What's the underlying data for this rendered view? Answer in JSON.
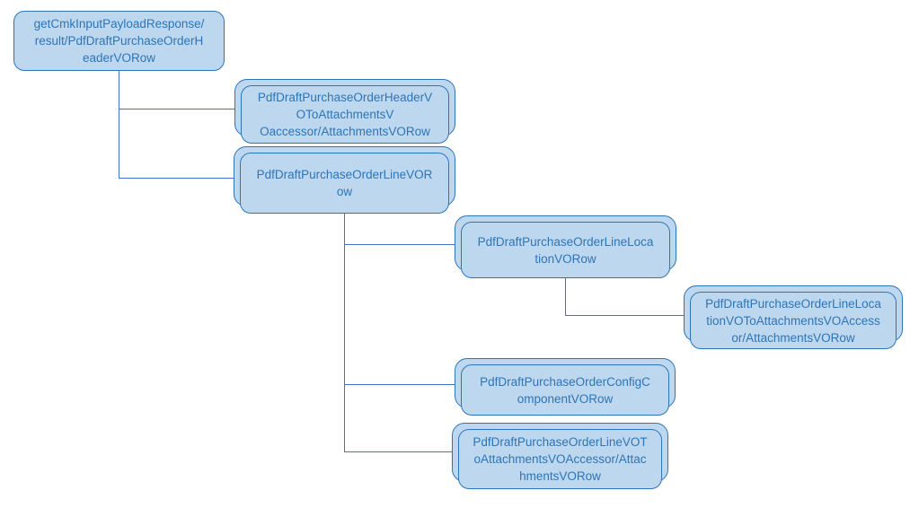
{
  "diagram_type": "hierarchy",
  "colors": {
    "node_fill": "#BDD7EE",
    "node_border": "#2E75B6",
    "node_text": "#2E75B6",
    "connector": "#4472C4",
    "background": "#FFFFFF"
  },
  "tree": {
    "label": "getCmkInputPayloadResponse/\nresult/PdfDraftPurchaseOrderH\neaderVORow",
    "children": [
      {
        "label": "PdfDraftPurchaseOrderHeaderV\nOToAttachmentsV\nOaccessor/AttachmentsVORow",
        "children": []
      },
      {
        "label": "PdfDraftPurchaseOrderLineVOR\now",
        "children": [
          {
            "label": "PdfDraftPurchaseOrderLineLoca\ntionVORow",
            "children": [
              {
                "label": "PdfDraftPurchaseOrderLineLoca\ntionVOToAttachmentsVOAccess\nor/AttachmentsVORow",
                "children": []
              }
            ]
          },
          {
            "label": "PdfDraftPurchaseOrderConfigC\nomponentVORow",
            "children": []
          },
          {
            "label": "PdfDraftPurchaseOrderLineVOT\noAttachmentsVOAccessor/Attac\nhmentsVORow",
            "children": []
          }
        ]
      }
    ]
  }
}
